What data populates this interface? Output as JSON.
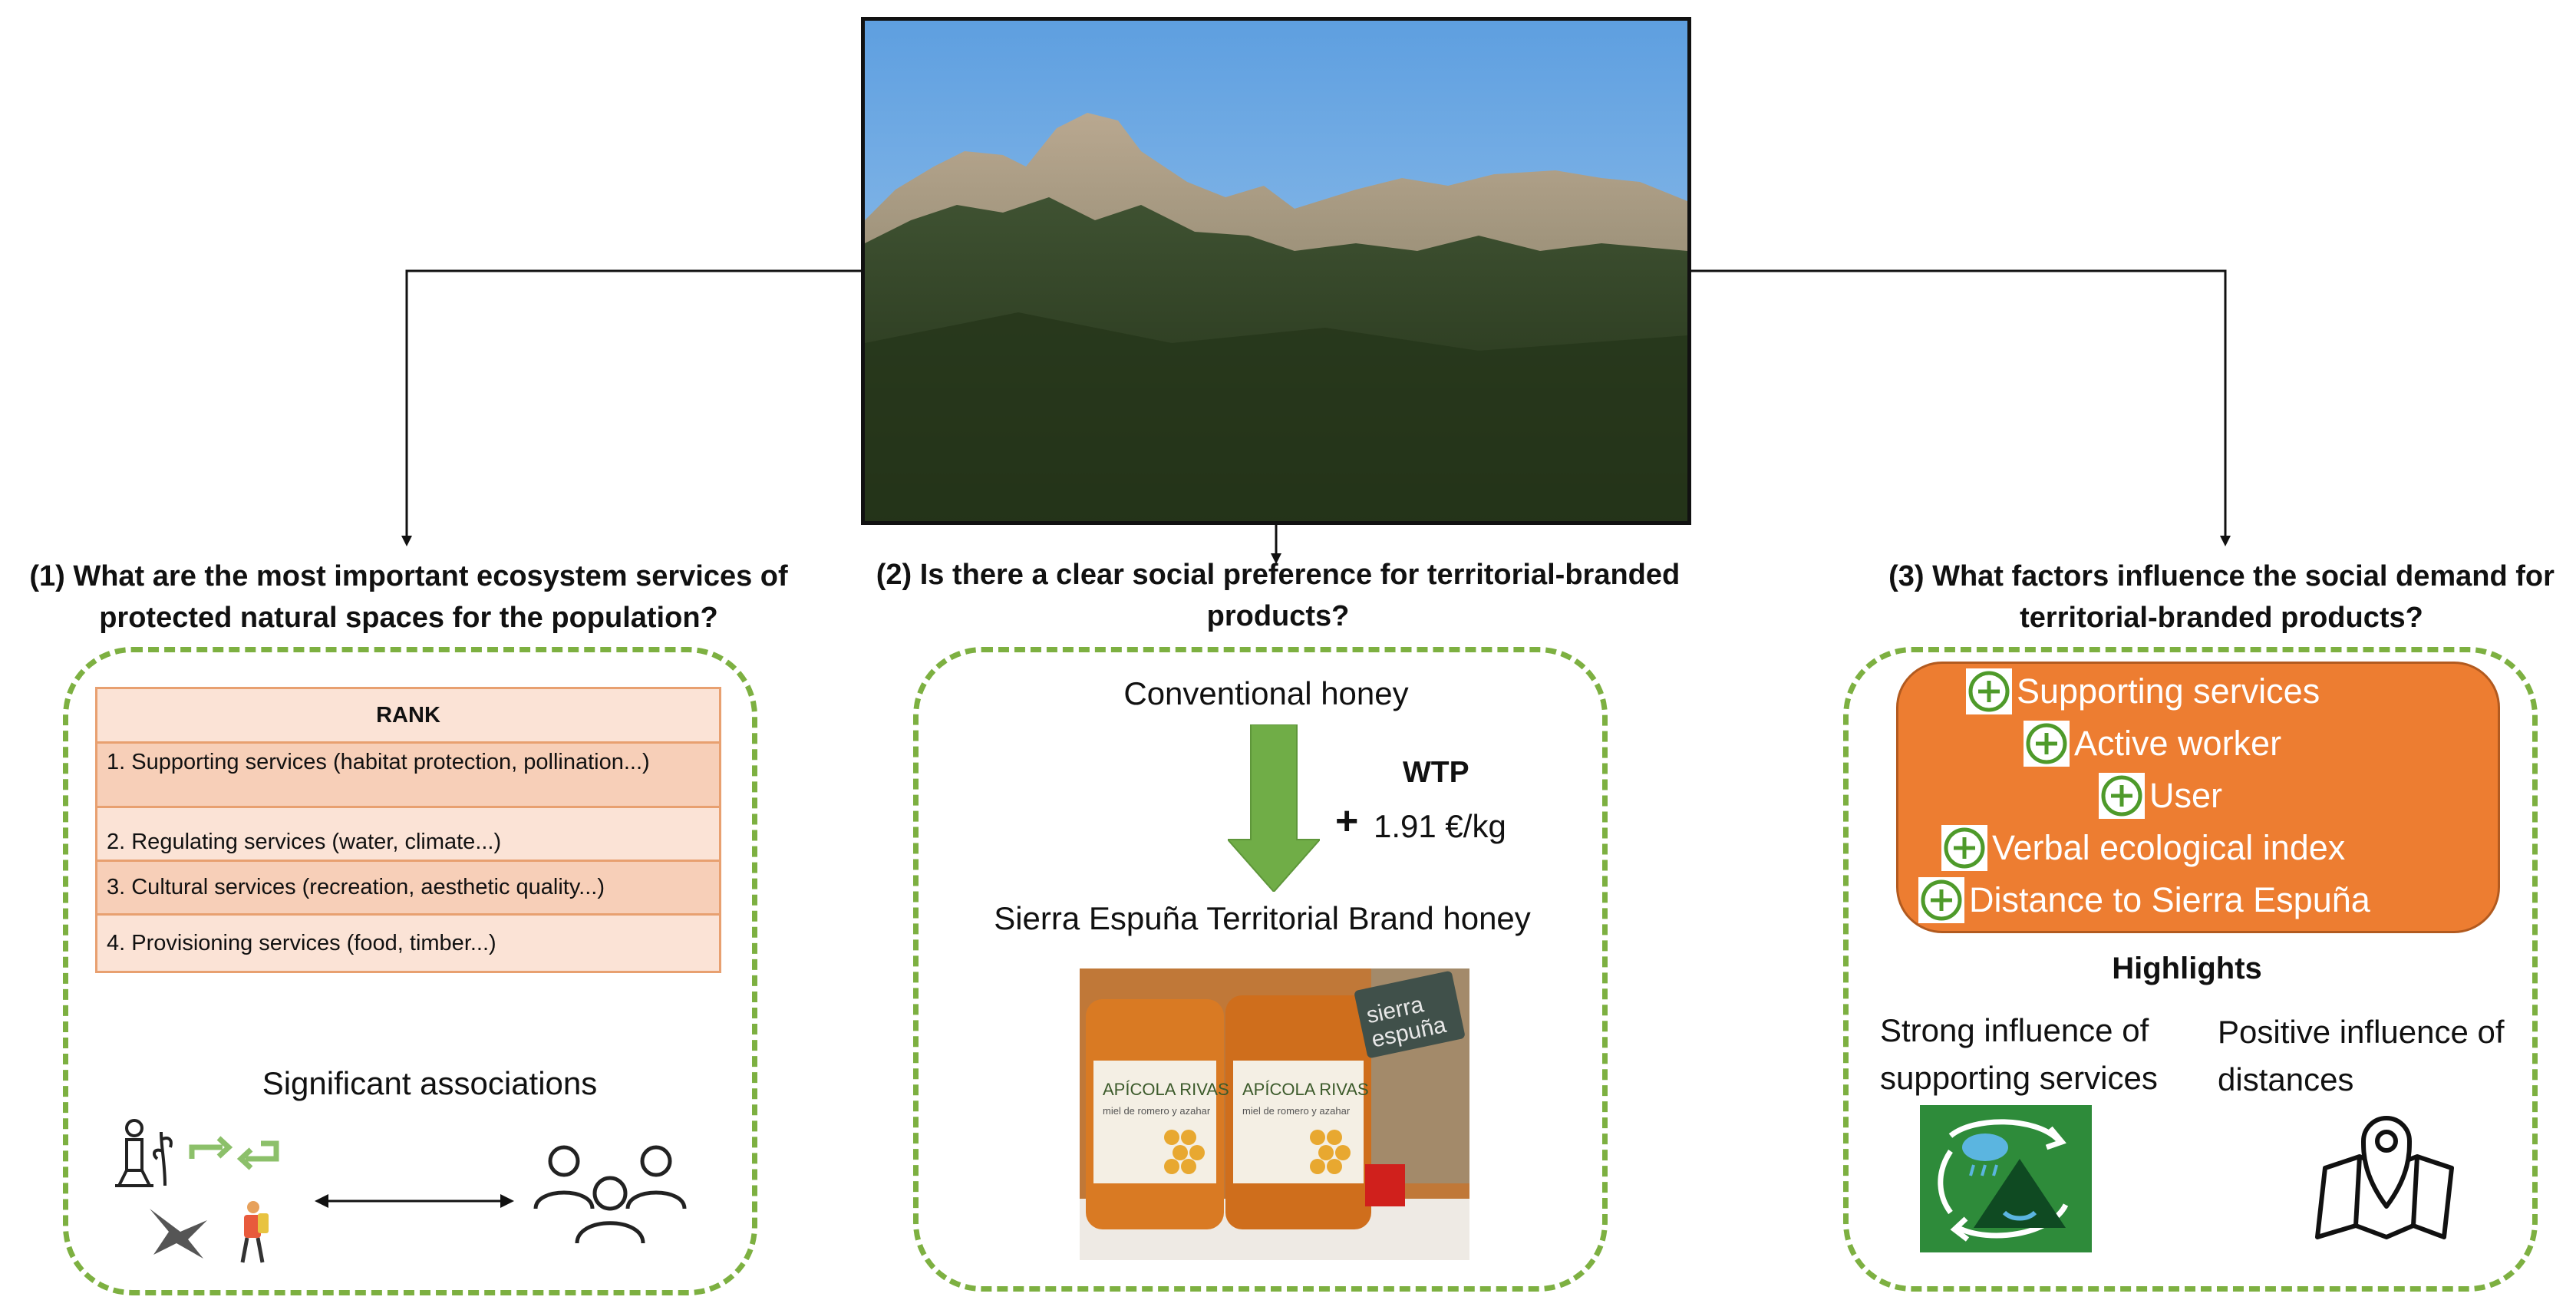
{
  "questions": {
    "q1": "(1) What are the most important ecosystem services of protected natural spaces for the population?",
    "q2": "(2) Is there a clear social preference for territorial-branded products?",
    "q3": "(3) What factors influence the social demand for territorial-branded products?"
  },
  "rank_table": {
    "header": "RANK",
    "rows": [
      "1. Supporting services (habitat protection, pollination...)",
      "2. Regulating services (water, climate...)",
      "3. Cultural services (recreation, aesthetic quality...)",
      "4. Provisioning services (food, timber...)"
    ]
  },
  "panel1": {
    "associations_label": "Significant associations"
  },
  "panel2": {
    "top_label": "Conventional honey",
    "wtp_title": "WTP",
    "wtp_plus": "+",
    "wtp_value": "1.91 €/kg",
    "bottom_label": "Sierra Espuña Territorial Brand honey",
    "jar_label": "APÍCOLA RIVAS",
    "jar_sublabel": "miel de romero y azahar",
    "sign_text_1": "sierra",
    "sign_text_2": "espuña"
  },
  "panel3": {
    "factors": [
      "Supporting services",
      "Active worker",
      "User",
      "Verbal ecological index",
      "Distance to Sierra Espuña"
    ],
    "highlights_title": "Highlights",
    "highlight_left_1": "Strong influence of",
    "highlight_left_2": "supporting services",
    "highlight_right_1": "Positive influence of",
    "highlight_right_2": "distances"
  },
  "colors": {
    "panel_border": "#7db041",
    "arrow_green": "#70ad47",
    "factor_box": "#ed7d31",
    "table_border": "#e8a070",
    "plus_icon": "#4e9a2a"
  },
  "icons": [
    "mountain-photo",
    "farmer-icon",
    "recycle-arrows-icon",
    "bird-icon",
    "hiker-icon",
    "people-group-icon",
    "double-arrow",
    "honey-jars-photo",
    "climate-cycle-icon",
    "map-pin-icon",
    "plus-circle-icon"
  ]
}
